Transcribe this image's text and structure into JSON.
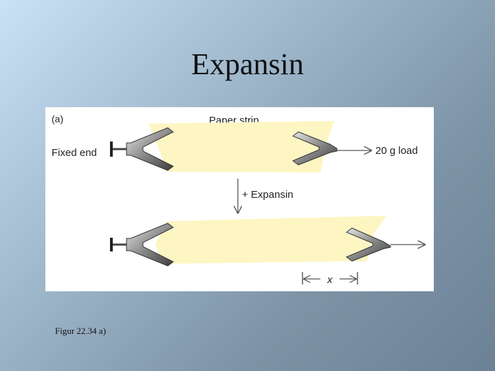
{
  "slide": {
    "title": "Expansin",
    "caption": "Figur 22.34 a)"
  },
  "figure": {
    "panel_label": "(a)",
    "paper_strip_label": "Paper strip",
    "fixed_end_label": "Fixed end",
    "load_label": "20 g load",
    "treatment_label": "+ Expansin",
    "extension_label": "x",
    "colors": {
      "paper": "#fdf6c3",
      "clamp_dark": "#4a4a4a",
      "clamp_light": "#cfcfcf",
      "arrow": "#555555"
    }
  }
}
